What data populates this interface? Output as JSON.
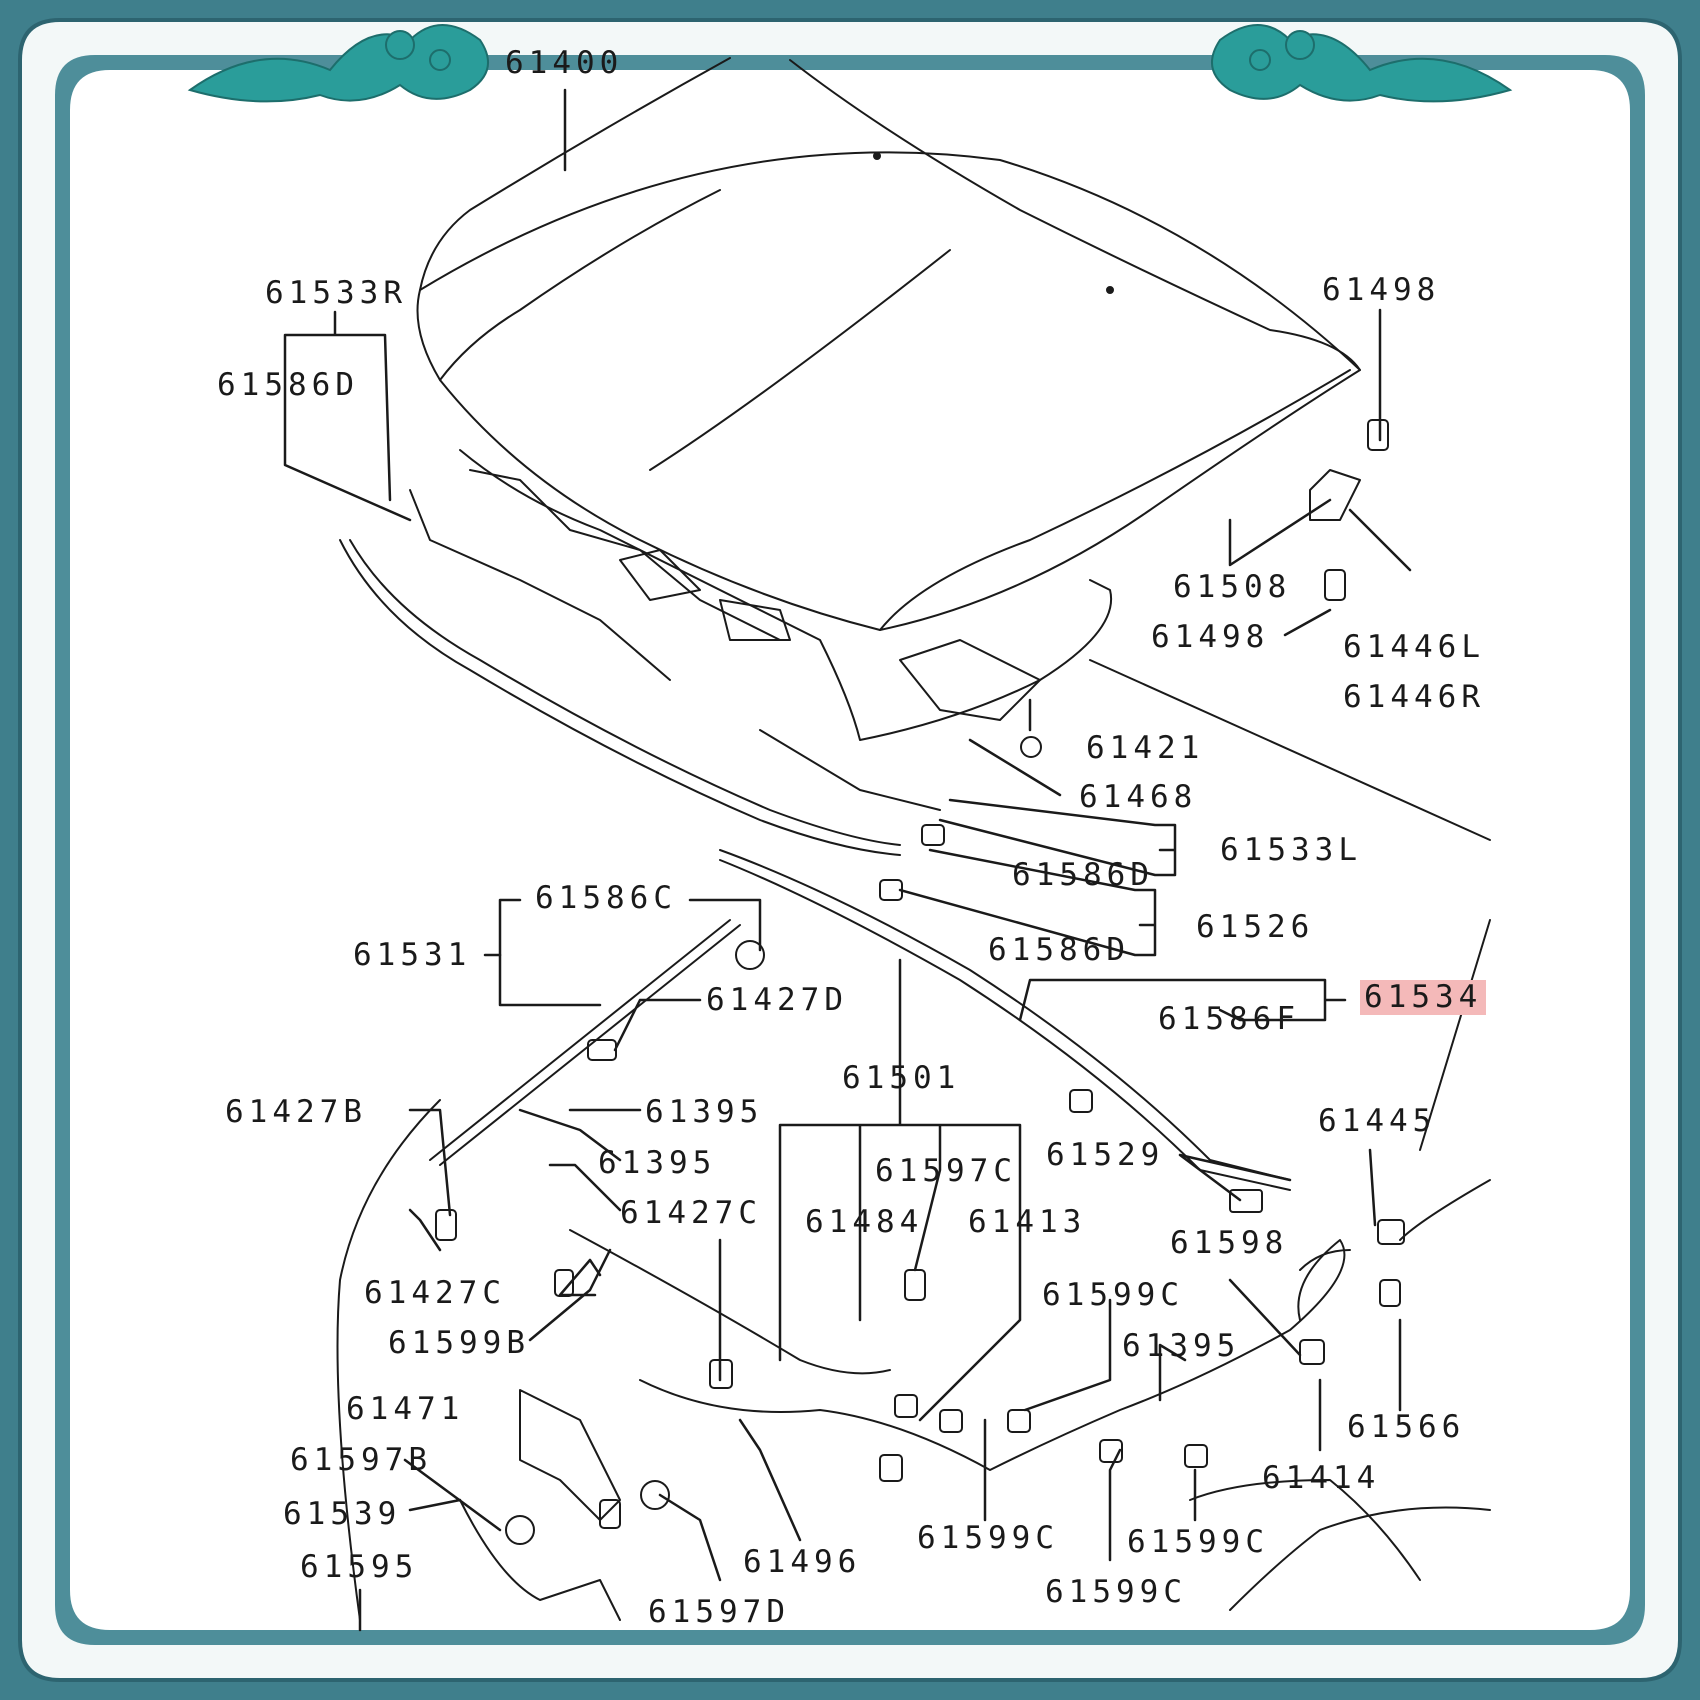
{
  "colors": {
    "frame_outer": "#3f7f8c",
    "frame_border": "#2d6470",
    "frame_inner_band": "#f3f8f8",
    "panel": "#ffffff",
    "ink": "#1a1a1a",
    "highlight": "#f4b9b9",
    "ornament": "#2a9d9a"
  },
  "labels": [
    {
      "id": "61400",
      "text": "61400"
    },
    {
      "id": "61533R",
      "text": "61533R"
    },
    {
      "id": "61586D-a",
      "text": "61586D"
    },
    {
      "id": "61498-a",
      "text": "61498"
    },
    {
      "id": "61508",
      "text": "61508"
    },
    {
      "id": "61498-b",
      "text": "61498"
    },
    {
      "id": "61446L",
      "text": "61446L"
    },
    {
      "id": "61446R",
      "text": "61446R"
    },
    {
      "id": "61421",
      "text": "61421"
    },
    {
      "id": "61468",
      "text": "61468"
    },
    {
      "id": "61533L",
      "text": "61533L"
    },
    {
      "id": "61586D-b",
      "text": "61586D"
    },
    {
      "id": "61586C",
      "text": "61586C"
    },
    {
      "id": "61526",
      "text": "61526"
    },
    {
      "id": "61531",
      "text": "61531"
    },
    {
      "id": "61586D-c",
      "text": "61586D"
    },
    {
      "id": "61427D",
      "text": "61427D"
    },
    {
      "id": "61534",
      "text": "61534",
      "highlighted": true
    },
    {
      "id": "61586F",
      "text": "61586F"
    },
    {
      "id": "61501",
      "text": "61501"
    },
    {
      "id": "61427B",
      "text": "61427B"
    },
    {
      "id": "61395-a",
      "text": "61395"
    },
    {
      "id": "61445",
      "text": "61445"
    },
    {
      "id": "61395-b",
      "text": "61395"
    },
    {
      "id": "61529",
      "text": "61529"
    },
    {
      "id": "61597C",
      "text": "61597C"
    },
    {
      "id": "61427C-a",
      "text": "61427C"
    },
    {
      "id": "61484",
      "text": "61484"
    },
    {
      "id": "61413",
      "text": "61413"
    },
    {
      "id": "61598",
      "text": "61598"
    },
    {
      "id": "61427C-b",
      "text": "61427C"
    },
    {
      "id": "61599C-a",
      "text": "61599C"
    },
    {
      "id": "61599B",
      "text": "61599B"
    },
    {
      "id": "61395-c",
      "text": "61395"
    },
    {
      "id": "61471",
      "text": "61471"
    },
    {
      "id": "61566",
      "text": "61566"
    },
    {
      "id": "61597B",
      "text": "61597B"
    },
    {
      "id": "61414",
      "text": "61414"
    },
    {
      "id": "61539",
      "text": "61539"
    },
    {
      "id": "61599C-b",
      "text": "61599C"
    },
    {
      "id": "61599C-c",
      "text": "61599C"
    },
    {
      "id": "61496",
      "text": "61496"
    },
    {
      "id": "61595",
      "text": "61595"
    },
    {
      "id": "61599C-d",
      "text": "61599C"
    },
    {
      "id": "61597D",
      "text": "61597D"
    }
  ]
}
